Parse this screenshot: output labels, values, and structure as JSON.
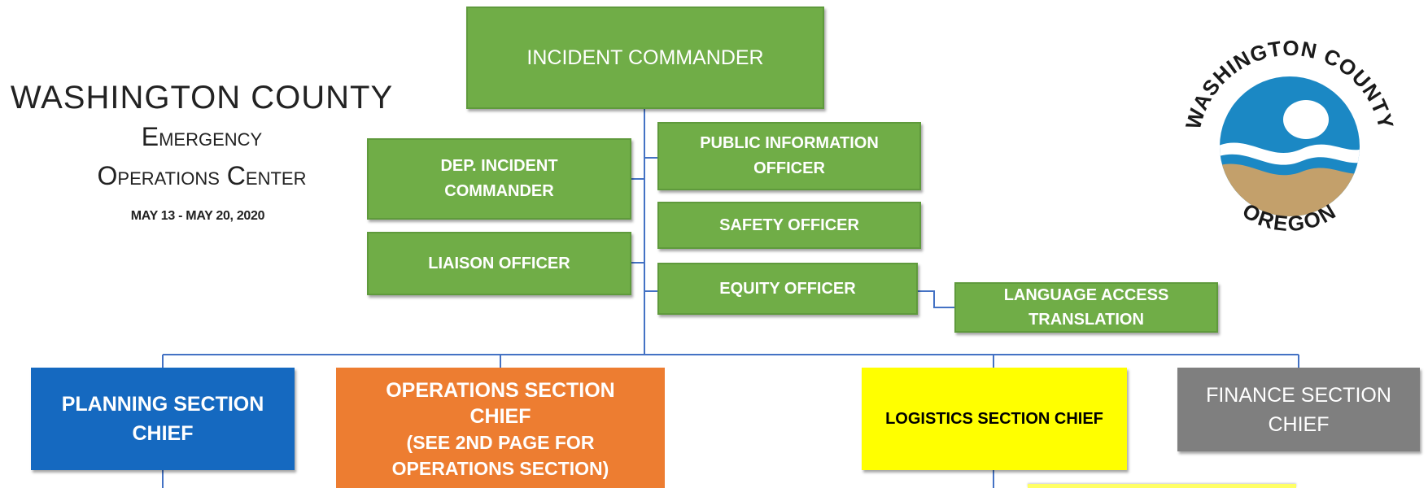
{
  "title": {
    "line1": "WASHINGTON COUNTY",
    "line2": "Emergency",
    "line3": "Operations Center",
    "dates": "MAY 13 - MAY 20, 2020"
  },
  "logo": {
    "top_text": "WASHINGTON COUNTY",
    "bottom_text": "OREGON",
    "colors": {
      "blue": "#1b88c4",
      "tan": "#c3a06b",
      "dark": "#1a1a1a"
    }
  },
  "boxes": {
    "incident_commander": "INCIDENT COMMANDER",
    "dep_incident_commander": [
      "DEP. INCIDENT",
      "COMMANDER"
    ],
    "liaison_officer": "LIAISON OFFICER",
    "public_information_officer": [
      "PUBLIC INFORMATION",
      "OFFICER"
    ],
    "safety_officer": "SAFETY OFFICER",
    "equity_officer": "EQUITY OFFICER",
    "language_access": [
      "LANGUAGE ACCESS",
      "TRANSLATION"
    ],
    "planning_section_chief": [
      "PLANNING SECTION",
      "CHIEF"
    ],
    "operations_section_chief": [
      "OPERATIONS SECTION",
      "CHIEF",
      "(SEE 2ND PAGE FOR",
      "OPERATIONS SECTION)"
    ],
    "logistics_section_chief": "LOGISTICS SECTION CHIEF",
    "finance_section_chief": [
      "FINANCE SECTION",
      "CHIEF"
    ]
  },
  "colors": {
    "command_green": "#70ad47",
    "planning_blue": "#1569c0",
    "operations_orange": "#ed7d31",
    "logistics_yellow": "#ffff00",
    "finance_gray": "#7f7f7f",
    "connector_blue": "#4472c4"
  }
}
